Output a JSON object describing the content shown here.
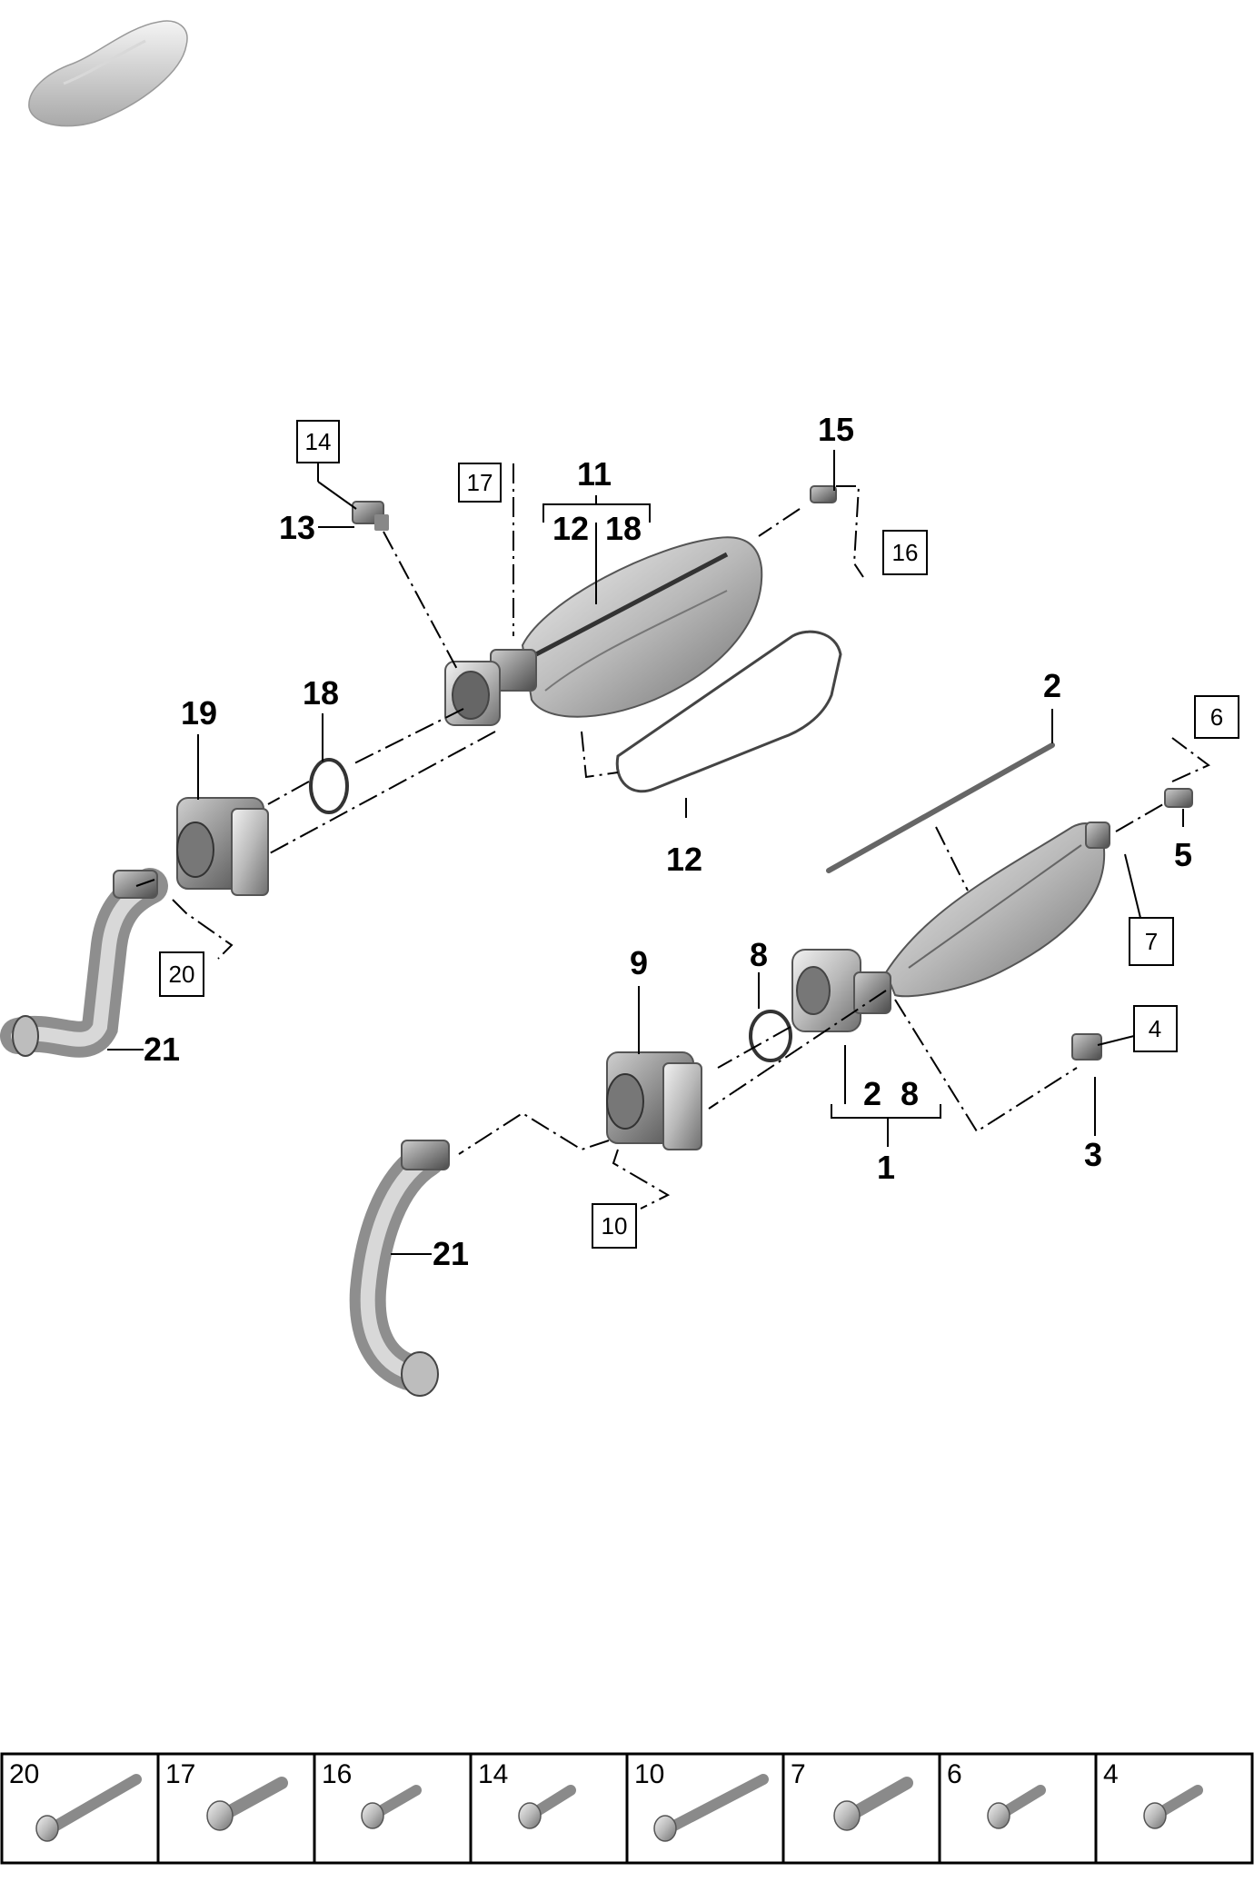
{
  "callouts": {
    "c1": "1",
    "c2": "2",
    "c3": "3",
    "c5": "5",
    "c8": "8",
    "c9": "9",
    "c11": "11",
    "c12": "12",
    "c13": "13",
    "c15": "15",
    "c18": "18",
    "c19": "19",
    "c21a": "21",
    "c21b": "21",
    "c11_sub1": "12",
    "c11_sub2": "18",
    "c1_sub1": "2",
    "c1_sub2": "8"
  },
  "boxed_refs": {
    "b4": "4",
    "b6": "6",
    "b7": "7",
    "b10": "10",
    "b14": "14",
    "b16": "16",
    "b17": "17",
    "b20": "20"
  },
  "fastener_table": [
    "20",
    "17",
    "16",
    "14",
    "10",
    "7",
    "6",
    "4"
  ]
}
